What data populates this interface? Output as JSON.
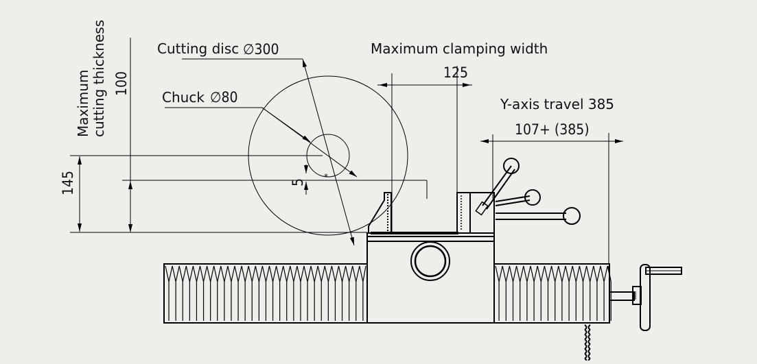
{
  "labels": {
    "cutting_disc": "Cutting disc",
    "cutting_disc_dim": "∅300",
    "chuck": "Chuck",
    "chuck_dim": "∅80",
    "max_clamping_width": "Maximum clamping width",
    "clamping_dim": "125",
    "y_axis_travel": "Y-axis travel 385",
    "y_axis_dim": "107+ (385)",
    "max_cutting_thickness_line1": "Maximum",
    "max_cutting_thickness_line2": "cutting thickness",
    "thickness_dim": "100",
    "height_dim": "145",
    "offset_dim": "5"
  },
  "colors": {
    "background": "#eeeeea",
    "line": "#000000"
  }
}
